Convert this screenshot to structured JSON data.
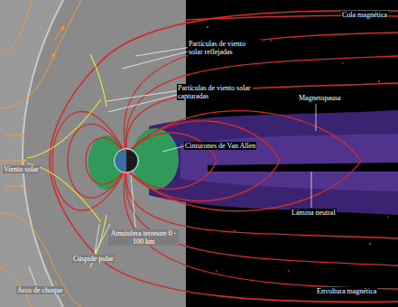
{
  "diagram": {
    "labels": [
      "Cola magnética",
      "Partículas de viento solar reflejadas",
      "Partículas de viento solar capturadas",
      "Cinturones de Van Allen",
      "Magnetopausa",
      "Viento solar",
      "Lámina neutral",
      "Atmósfera terrestre 0 - 100 km",
      "Cúspide polar",
      "Arco de choque",
      "Envoltura magnética"
    ]
  }
}
